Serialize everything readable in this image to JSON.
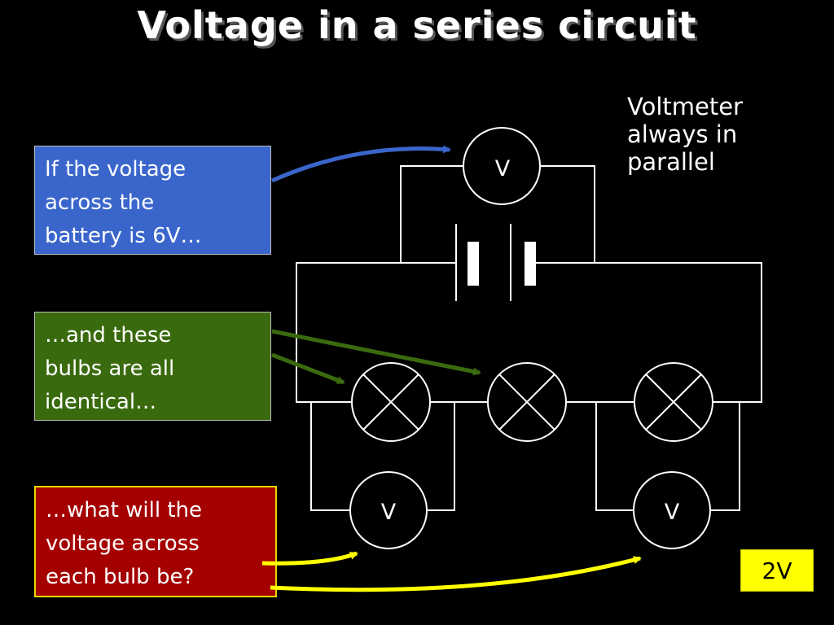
{
  "title": "Voltage in a series circuit",
  "note": [
    "Voltmeter",
    "always in",
    "parallel"
  ],
  "boxes": {
    "battery": [
      "If the voltage",
      "across the",
      "battery is 6V…"
    ],
    "bulbs": [
      "…and these",
      "bulbs are all",
      "identical…"
    ],
    "question": [
      "…what will the",
      "voltage across",
      "each bulb be?"
    ]
  },
  "voltmeter_symbol": "V",
  "answer": "2V",
  "colors": {
    "background": "#000000",
    "blue_box": "#3a66cc",
    "green_box": "#3a6a0e",
    "red_box": "#a50000",
    "answer_box": "#ffff00",
    "blue_arrow": "#3a66cc",
    "green_arrow": "#3a6a0e",
    "yellow_arrow": "#ffff00",
    "wire": "#ffffff"
  }
}
